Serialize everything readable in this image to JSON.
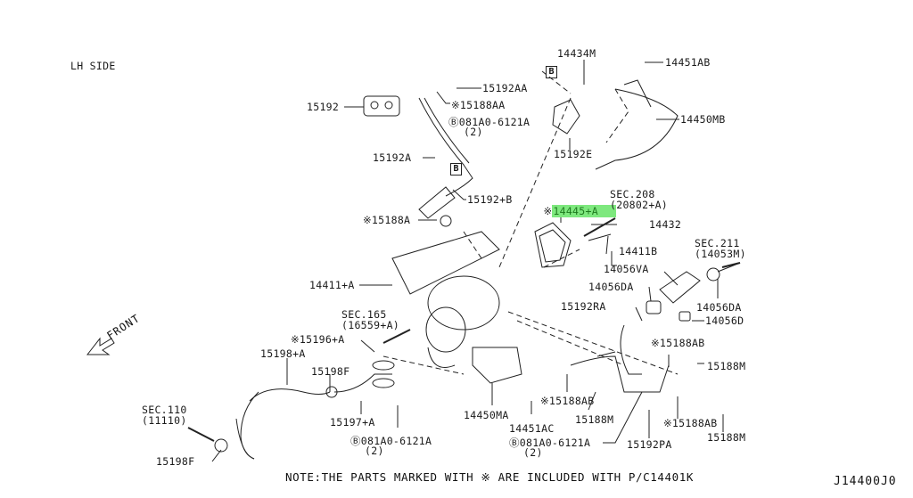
{
  "diagram": {
    "side_label": "LH SIDE",
    "front_label": "FRONT",
    "note": "NOTE:THE PARTS MARKED WITH ※ ARE INCLUDED WITH P/C14401K",
    "drawing_code": "J14400J0",
    "highlight_color": "#7ee87e",
    "highlighted_part": "14445+A",
    "ref_box_letter": "B",
    "parts": [
      {
        "id": "p15192",
        "label": "15192"
      },
      {
        "id": "p15192AA",
        "label": "15192AA"
      },
      {
        "id": "p15188AA",
        "label": "※15188AA"
      },
      {
        "id": "p081A0_1",
        "label": "Ⓑ081A0-6121A"
      },
      {
        "id": "p081A0_1q",
        "label": "(2)"
      },
      {
        "id": "p15192A",
        "label": "15192A"
      },
      {
        "id": "p15192B",
        "label": "15192+B"
      },
      {
        "id": "p15188A",
        "label": "※15188A"
      },
      {
        "id": "p14434M",
        "label": "14434M"
      },
      {
        "id": "p15192E",
        "label": "15192E"
      },
      {
        "id": "p14451AB",
        "label": "14451AB"
      },
      {
        "id": "p14450MB",
        "label": "14450MB"
      },
      {
        "id": "p14445A",
        "label": "14445+A",
        "star": "※"
      },
      {
        "id": "sec208",
        "label": "SEC.208"
      },
      {
        "id": "sec208b",
        "label": "(20802+A)"
      },
      {
        "id": "p14432",
        "label": "14432"
      },
      {
        "id": "p14411B",
        "label": "14411B"
      },
      {
        "id": "sec211",
        "label": "SEC.211"
      },
      {
        "id": "sec211b",
        "label": "(14053M)"
      },
      {
        "id": "p14056VA",
        "label": "14056VA"
      },
      {
        "id": "p14056DA_1",
        "label": "14056DA"
      },
      {
        "id": "p14056DA_2",
        "label": "14056DA"
      },
      {
        "id": "p14056D",
        "label": "14056D"
      },
      {
        "id": "p15192RA",
        "label": "15192RA"
      },
      {
        "id": "p14411A",
        "label": "14411+A"
      },
      {
        "id": "sec165",
        "label": "SEC.165"
      },
      {
        "id": "sec165b",
        "label": "(16559+A)"
      },
      {
        "id": "p15196A",
        "label": "※15196+A"
      },
      {
        "id": "p15198A",
        "label": "15198+A"
      },
      {
        "id": "p15198F_1",
        "label": "15198F"
      },
      {
        "id": "p15197A",
        "label": "15197+A"
      },
      {
        "id": "p081A0_2",
        "label": "Ⓑ081A0-6121A"
      },
      {
        "id": "p081A0_2q",
        "label": "(2)"
      },
      {
        "id": "p14450MA",
        "label": "14450MA"
      },
      {
        "id": "p15188AB_1",
        "label": "※15188AB"
      },
      {
        "id": "p14451AC",
        "label": "14451AC"
      },
      {
        "id": "p081A0_3",
        "label": "Ⓑ081A0-6121A"
      },
      {
        "id": "p081A0_3q",
        "label": "(2)"
      },
      {
        "id": "p15188M_1",
        "label": "15188M"
      },
      {
        "id": "p15192PA",
        "label": "15192PA"
      },
      {
        "id": "p15188AB_2",
        "label": "※15188AB"
      },
      {
        "id": "p15188M_2",
        "label": "15188M"
      },
      {
        "id": "p15188AB_3",
        "label": "※15188AB"
      },
      {
        "id": "p15188M_3",
        "label": "15188M"
      },
      {
        "id": "sec110",
        "label": "SEC.110"
      },
      {
        "id": "sec110b",
        "label": "(11110)"
      },
      {
        "id": "p15198F_2",
        "label": "15198F"
      }
    ]
  }
}
